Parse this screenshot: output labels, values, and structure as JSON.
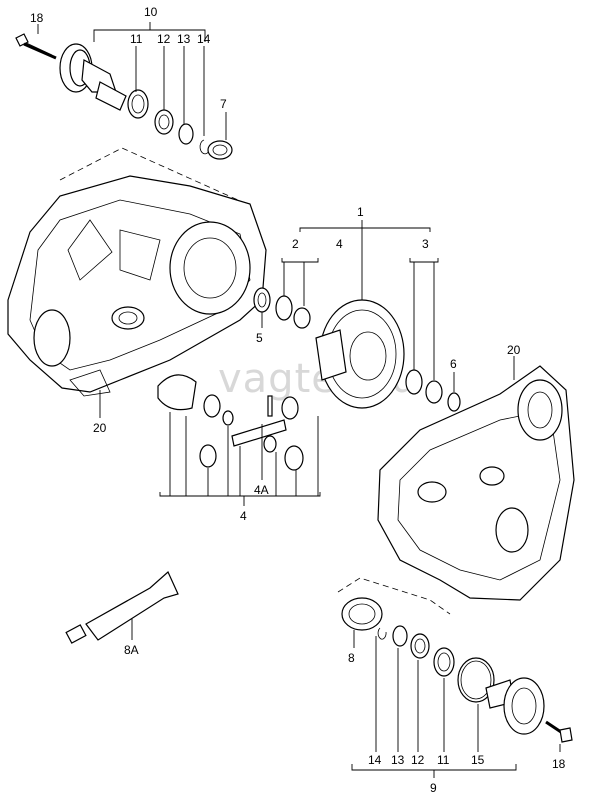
{
  "watermark": "vagtec.ru",
  "callouts": {
    "c18_top": "18",
    "c10": "10",
    "c11_top": "11",
    "c12_top": "12",
    "c13_top": "13",
    "c14_top": "14",
    "c7": "7",
    "c1": "1",
    "c2": "2",
    "c4_top": "4",
    "c3": "3",
    "c5": "5",
    "c6": "6",
    "c20_right": "20",
    "c20_left": "20",
    "c4A": "4A",
    "c4_bottom": "4",
    "c8A": "8A",
    "c8": "8",
    "c14_bot": "14",
    "c13_bot": "13",
    "c12_bot": "12",
    "c11_bot": "11",
    "c15": "15",
    "c9": "9",
    "c18_bot": "18"
  }
}
